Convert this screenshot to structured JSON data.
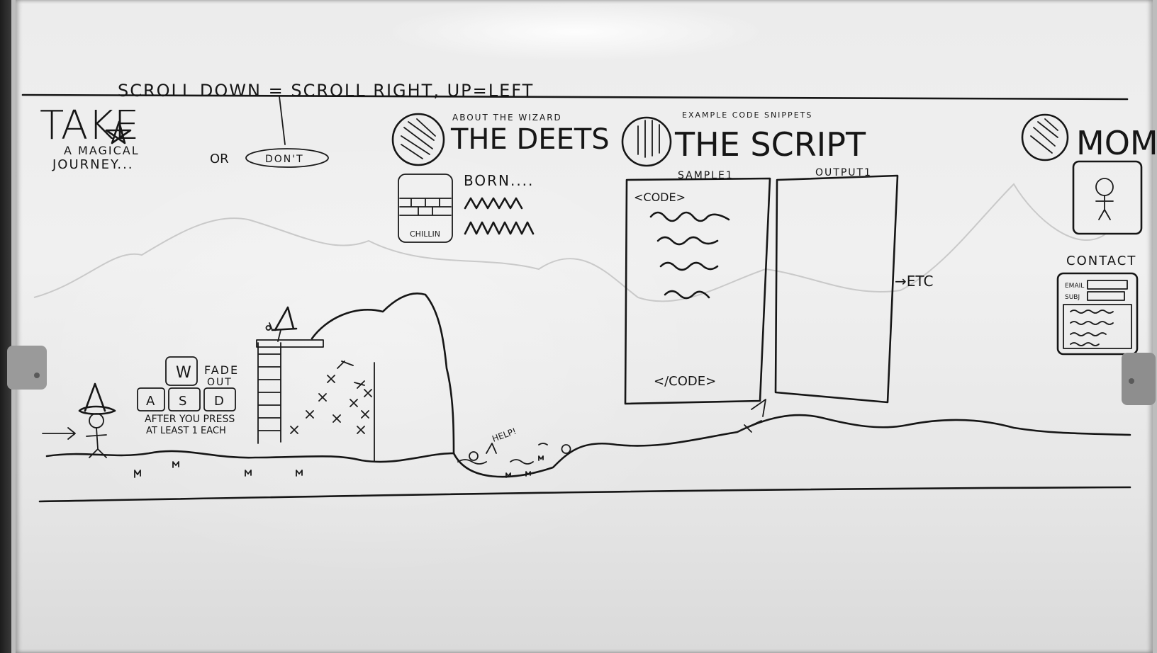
{
  "header_note": "SCROLL DOWN = SCROLL RIGHT, UP=LEFT",
  "intro": {
    "title": "TAKE",
    "subtitle_line1": "A MAGICAL",
    "subtitle_line2": "JOURNEY...",
    "or_label": "OR",
    "dont_button": "DON'T"
  },
  "controls": {
    "keys": [
      "W",
      "A",
      "S",
      "D"
    ],
    "fade_out_line1": "FADE",
    "fade_out_line2": "OUT",
    "after_line1": "AFTER YOU PRESS",
    "after_line2": "AT LEAST 1 EACH"
  },
  "about": {
    "caption": "ABOUT THE WIZARD",
    "title": "THE DEETS",
    "born_label": "BORN....",
    "photo_caption": "CHILLIN"
  },
  "script": {
    "caption": "EXAMPLE CODE SNIPPETS",
    "title": "THE SCRIPT",
    "sample_label": "SAMPLE1",
    "output_label": "OUTPUT1",
    "code_open": "<CODE>",
    "code_close": "</CODE>",
    "etc_label": "→ETC"
  },
  "mom": {
    "title": "MOM",
    "contact_label": "CONTACT",
    "email_label": "EMAIL",
    "subj_label": "SUBJ"
  },
  "scene": {
    "help_label": "HELP!"
  },
  "colors": {
    "ink": "#161616",
    "board": "#ececec",
    "frame": "#bdbdbd"
  }
}
